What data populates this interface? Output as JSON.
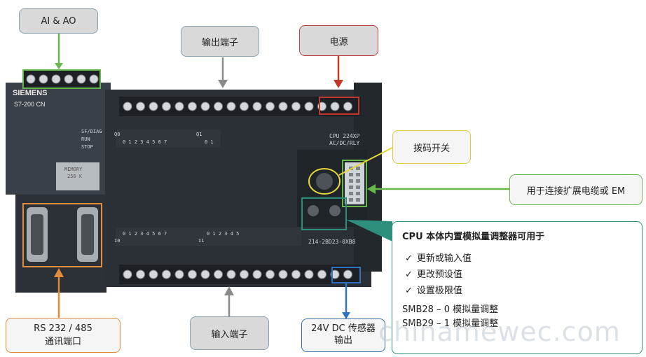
{
  "callouts": {
    "ai_ao": "AI & AO",
    "output_terminals": "输出端子",
    "power": "电源",
    "dip_switch": "拨码开关",
    "expansion": "用于连接扩展电缆或 EM",
    "rs232_line1": "RS 232 / 485",
    "rs232_line2": "通讯端口",
    "input_terminals": "输入端子",
    "sensor_line1": "24V DC 传感器",
    "sensor_line2": "输出"
  },
  "info_box": {
    "title": "CPU 本体内置模拟量调整器可用于",
    "items": [
      "更新或输入值",
      "更改预设值",
      "设置极限值"
    ],
    "smb28": "SMB28 – 0 模拟量调整",
    "smb29": "SMB29 – 1 模拟量调整"
  },
  "device": {
    "brand": "SIEMENS",
    "model_line": "S7-200 CN",
    "status": [
      "SF/DIAG",
      "RUN",
      "STOP"
    ],
    "memory_label": "MEMORY",
    "memory_size": "256 K",
    "cpu_name": "CPU 224XP",
    "cpu_type": "AC/DC/RLY",
    "part_number": "214-2BD23-0XB8",
    "q0_label": "Q0",
    "q1_label": "Q1",
    "i0_label": "I0",
    "i1_label": "I1",
    "q0_bits": "0 1 2 3 4 5 6 7",
    "q1_bits": "0 1",
    "i0_bits": "0 1 2 3 4 5 6 7",
    "i1_bits": "0 1 2 3 4 5"
  },
  "watermark": "chinamewec.com",
  "colors": {
    "gray_callout": "#d9d9d9",
    "green_arrow": "#66b84a",
    "gray_arrow": "#8a8a8a",
    "red_arrow": "#c0392b",
    "yellow": "#e6d63a",
    "orange": "#e28b3a",
    "blue": "#2f74c0",
    "teal": "#2e8f7c",
    "plc_body": "#2a3036"
  }
}
